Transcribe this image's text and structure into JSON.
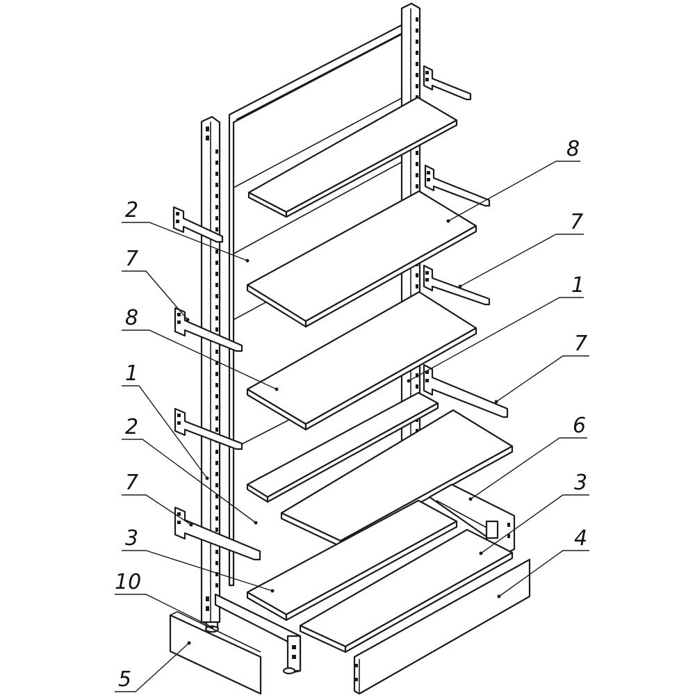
{
  "callouts": [
    {
      "id": "left-2-upper",
      "label": "2"
    },
    {
      "id": "left-7-upper",
      "label": "7"
    },
    {
      "id": "left-8",
      "label": "8"
    },
    {
      "id": "left-1",
      "label": "1"
    },
    {
      "id": "left-2-lower",
      "label": "2"
    },
    {
      "id": "left-7-lower",
      "label": "7"
    },
    {
      "id": "left-3",
      "label": "3"
    },
    {
      "id": "left-10",
      "label": "10"
    },
    {
      "id": "left-5",
      "label": "5"
    },
    {
      "id": "right-8",
      "label": "8"
    },
    {
      "id": "right-7-upper",
      "label": "7"
    },
    {
      "id": "right-1",
      "label": "1"
    },
    {
      "id": "right-7-lower",
      "label": "7"
    },
    {
      "id": "right-6",
      "label": "6"
    },
    {
      "id": "right-3",
      "label": "3"
    },
    {
      "id": "right-4",
      "label": "4"
    }
  ]
}
